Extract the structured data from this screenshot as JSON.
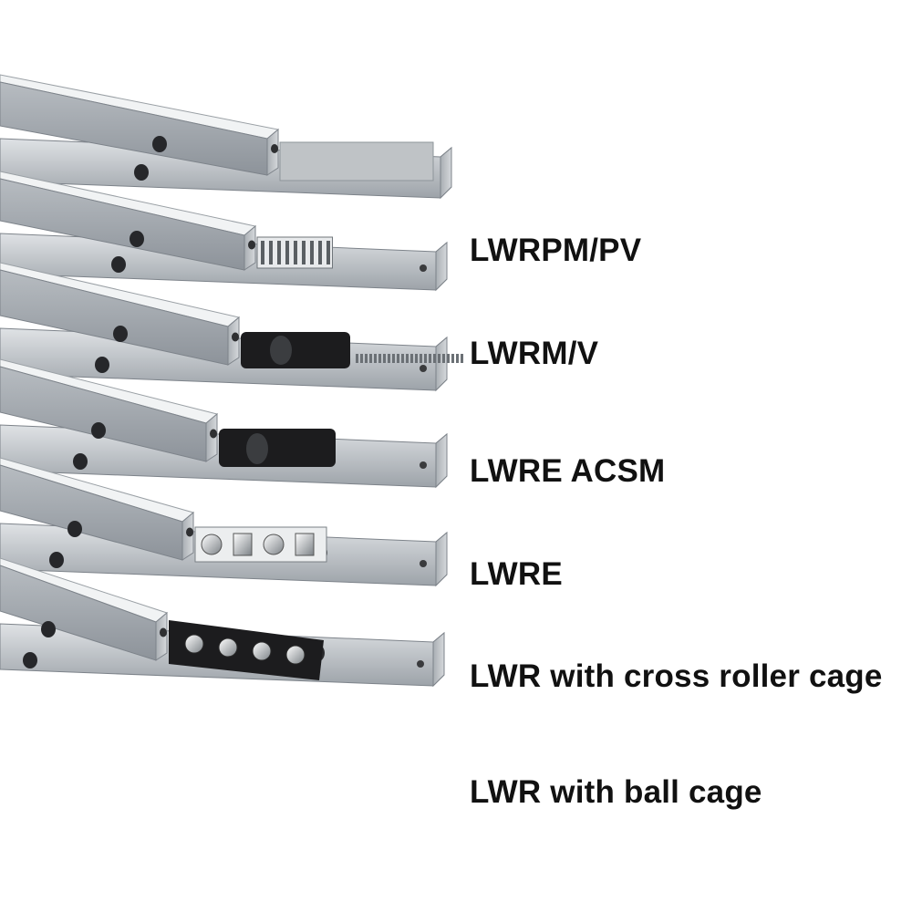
{
  "products": [
    {
      "label": "LWRPM/PV",
      "cage": "flat-roller-cage"
    },
    {
      "label": "LWRM/V",
      "cage": "needle-roller-cage"
    },
    {
      "label": "LWRE ACSM",
      "cage": "roller-cage-with-rack"
    },
    {
      "label": "LWRE",
      "cage": "roller-cage"
    },
    {
      "label": "LWR with cross roller cage",
      "cage": "cross-roller-cage"
    },
    {
      "label": "LWR with ball cage",
      "cage": "ball-cage"
    }
  ],
  "colors": {
    "background": "#ffffff",
    "label_text": "#111111",
    "steel_light": "#d9dde0",
    "steel_dark": "#8d939a",
    "cage_black": "#1c1c1e"
  }
}
